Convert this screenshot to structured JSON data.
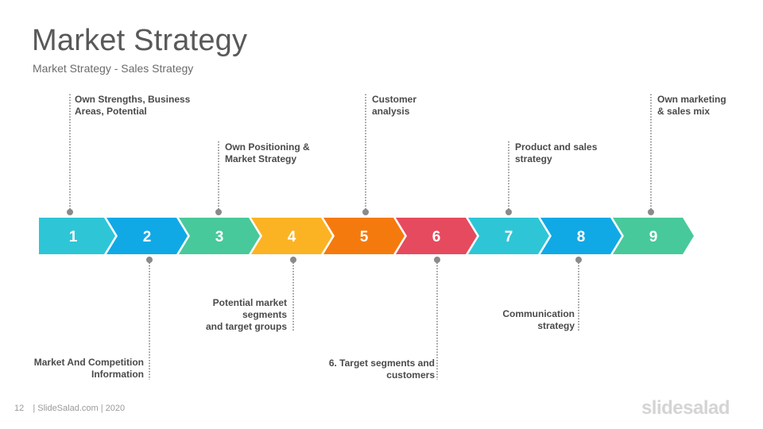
{
  "header": {
    "title": "Market Strategy",
    "subtitle": "Market Strategy - Sales Strategy"
  },
  "steps": [
    {
      "number": "1",
      "color": "#2ec6d6",
      "label": "Own Strengths, Business\nAreas, Potential"
    },
    {
      "number": "2",
      "color": "#10a9e6",
      "label": "Market And Competition\nInformation"
    },
    {
      "number": "3",
      "color": "#48c99b",
      "label": "Own Positioning  &\nMarket Strategy"
    },
    {
      "number": "4",
      "color": "#fbb324",
      "label": "Potential market\nsegments\nand target groups"
    },
    {
      "number": "5",
      "color": "#f57a0d",
      "label": "Customer\nanalysis"
    },
    {
      "number": "6",
      "color": "#e64a5e",
      "label": "6. Target segments and\ncustomers"
    },
    {
      "number": "7",
      "color": "#2ec6d6",
      "label": "Product and sales\nstrategy"
    },
    {
      "number": "8",
      "color": "#10a9e6",
      "label": "Communication\nstrategy"
    },
    {
      "number": "9",
      "color": "#48c99b",
      "label": "Own marketing\n & sales mix"
    }
  ],
  "footer": {
    "page": "12",
    "credit": "| SlideSalad.com | 2020",
    "logo": "slidesalad"
  }
}
